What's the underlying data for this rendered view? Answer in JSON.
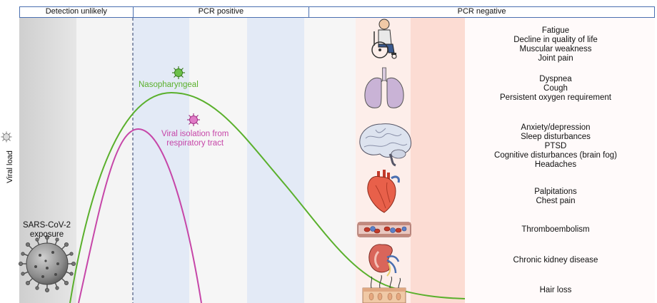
{
  "phases": [
    {
      "label": "Detection unlikely"
    },
    {
      "label": "PCR positive"
    },
    {
      "label": "PCR negative"
    }
  ],
  "axis": {
    "y_label": "Viral load"
  },
  "exposure": {
    "line1": "SARS-CoV-2",
    "line2": "exposure"
  },
  "curves": {
    "nasopharyngeal": {
      "label": "Nasopharyngeal",
      "color": "#5ab02c"
    },
    "viral_isolation": {
      "line1": "Viral isolation from",
      "line2": "respiratory tract",
      "color": "#c646a8"
    }
  },
  "symptom_groups": [
    {
      "organ": "wheelchair-person-icon",
      "items": [
        "Fatigue",
        "Decline in quality of life",
        "Muscular weakness",
        "Joint pain"
      ]
    },
    {
      "organ": "lungs-icon",
      "items": [
        "Dyspnea",
        "Cough",
        "Persistent oxygen requirement"
      ]
    },
    {
      "organ": "brain-icon",
      "items": [
        "Anxiety/depression",
        "Sleep disturbances",
        "PTSD",
        "Cognitive disturbances (brain fog)",
        "Headaches"
      ]
    },
    {
      "organ": "heart-icon",
      "items": [
        "Palpitations",
        "Chest pain"
      ]
    },
    {
      "organ": "blood-vessel-icon",
      "items": [
        "Thromboembolism"
      ]
    },
    {
      "organ": "kidney-icon",
      "items": [
        "Chronic kidney disease"
      ]
    },
    {
      "organ": "skin-hair-icon",
      "items": [
        "Hair loss"
      ]
    }
  ],
  "colors": {
    "frame": "#4a6fb0",
    "gray_zone": "#d6d6d6",
    "light_gray": "#f3f3f3",
    "light_blue": "#e3eaf6",
    "light_pink": "#fde8e4",
    "pink": "#fbd6cc"
  }
}
